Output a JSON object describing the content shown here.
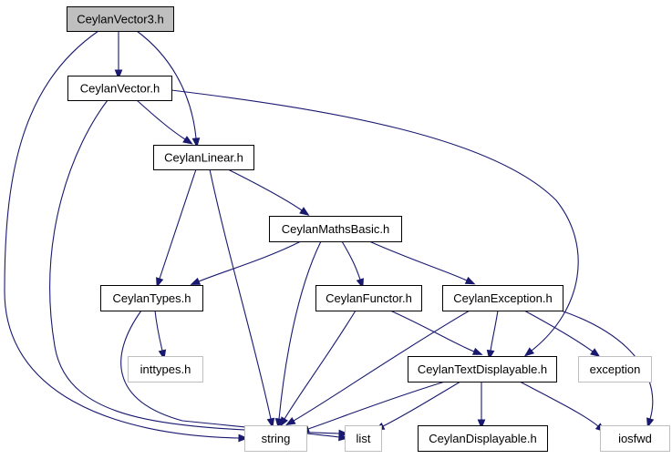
{
  "diagram": {
    "nodes": [
      {
        "id": "vector3",
        "label": "CeylanVector3.h",
        "selected": true,
        "external": false
      },
      {
        "id": "vector",
        "label": "CeylanVector.h",
        "selected": false,
        "external": false
      },
      {
        "id": "linear",
        "label": "CeylanLinear.h",
        "selected": false,
        "external": false
      },
      {
        "id": "mathsbasic",
        "label": "CeylanMathsBasic.h",
        "selected": false,
        "external": false
      },
      {
        "id": "types",
        "label": "CeylanTypes.h",
        "selected": false,
        "external": false
      },
      {
        "id": "functor",
        "label": "CeylanFunctor.h",
        "selected": false,
        "external": false
      },
      {
        "id": "exception_h",
        "label": "CeylanException.h",
        "selected": false,
        "external": false
      },
      {
        "id": "inttypes",
        "label": "inttypes.h",
        "selected": false,
        "external": true
      },
      {
        "id": "textdisplayable",
        "label": "CeylanTextDisplayable.h",
        "selected": false,
        "external": false
      },
      {
        "id": "exception",
        "label": "exception",
        "selected": false,
        "external": true
      },
      {
        "id": "string",
        "label": "string",
        "selected": false,
        "external": true
      },
      {
        "id": "list",
        "label": "list",
        "selected": false,
        "external": true
      },
      {
        "id": "displayable",
        "label": "CeylanDisplayable.h",
        "selected": false,
        "external": false
      },
      {
        "id": "iosfwd",
        "label": "iosfwd",
        "selected": false,
        "external": true
      }
    ],
    "edges": [
      {
        "from": "vector3",
        "to": "vector"
      },
      {
        "from": "vector3",
        "to": "linear"
      },
      {
        "from": "vector3",
        "to": "string"
      },
      {
        "from": "vector",
        "to": "linear"
      },
      {
        "from": "vector",
        "to": "textdisplayable"
      },
      {
        "from": "vector",
        "to": "list"
      },
      {
        "from": "linear",
        "to": "mathsbasic"
      },
      {
        "from": "linear",
        "to": "types"
      },
      {
        "from": "linear",
        "to": "string"
      },
      {
        "from": "mathsbasic",
        "to": "types"
      },
      {
        "from": "mathsbasic",
        "to": "string"
      },
      {
        "from": "mathsbasic",
        "to": "functor"
      },
      {
        "from": "mathsbasic",
        "to": "exception_h"
      },
      {
        "from": "types",
        "to": "inttypes"
      },
      {
        "from": "types",
        "to": "list"
      },
      {
        "from": "functor",
        "to": "string"
      },
      {
        "from": "functor",
        "to": "textdisplayable"
      },
      {
        "from": "exception_h",
        "to": "string"
      },
      {
        "from": "exception_h",
        "to": "textdisplayable"
      },
      {
        "from": "exception_h",
        "to": "exception"
      },
      {
        "from": "exception_h",
        "to": "iosfwd"
      },
      {
        "from": "textdisplayable",
        "to": "string"
      },
      {
        "from": "textdisplayable",
        "to": "list"
      },
      {
        "from": "textdisplayable",
        "to": "displayable"
      },
      {
        "from": "textdisplayable",
        "to": "iosfwd"
      }
    ],
    "colors": {
      "edge": "#191970",
      "node_border": "#000000",
      "external_border": "#bfbfbf",
      "selected_fill": "#bfbfbf",
      "node_fill": "#ffffff"
    }
  }
}
